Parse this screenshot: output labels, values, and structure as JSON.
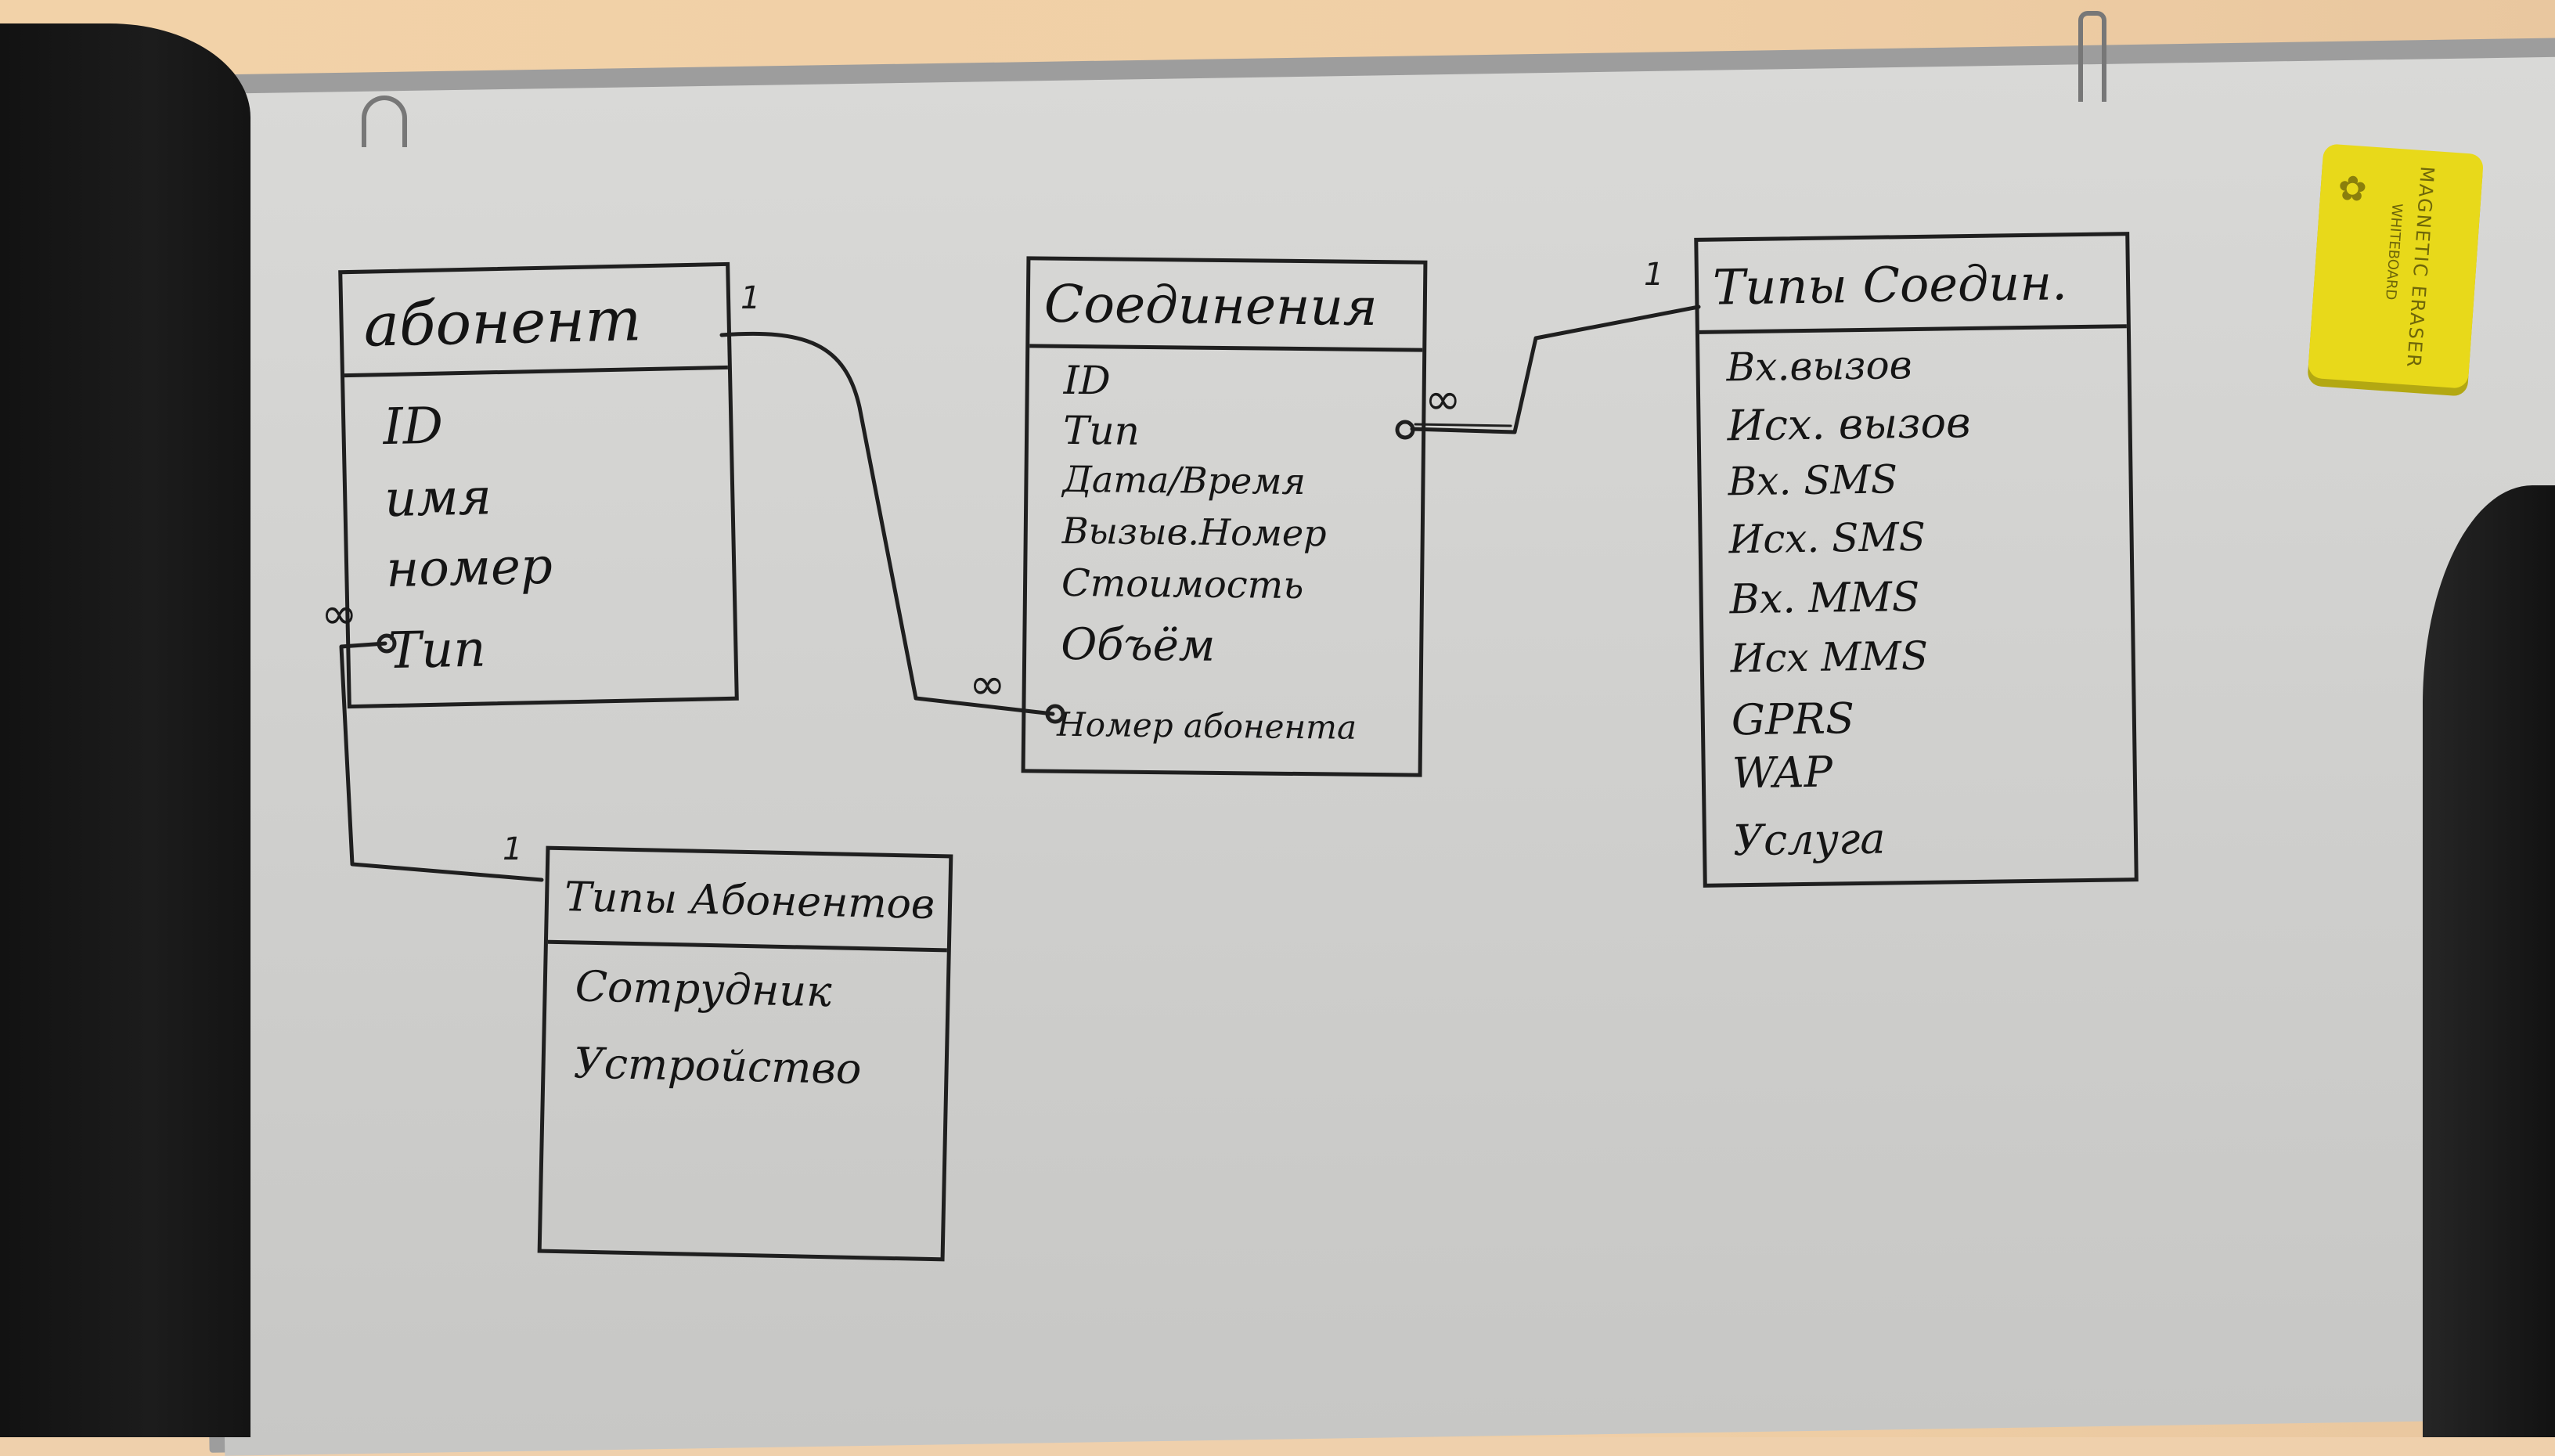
{
  "diagram": {
    "entities": [
      {
        "id": "abonent",
        "title": "абонент",
        "attributes": [
          "ID",
          "имя",
          "номер",
          "Тип"
        ]
      },
      {
        "id": "soedineniya",
        "title": "Соединения",
        "attributes": [
          "ID",
          "Тип",
          "Дата/Время",
          "Вызыв.Номер",
          "Стоимость",
          "Объём",
          "Номер абонента"
        ]
      },
      {
        "id": "tipy_soedin",
        "title": "Типы Соедин.",
        "attributes": [
          "Вх.вызов",
          "Исх. вызов",
          "Вх. SMS",
          "Исх. SMS",
          "Вх. MMS",
          "Исх MMS",
          "GPRS",
          "WAP",
          "Услуга"
        ]
      },
      {
        "id": "tipy_abonentov",
        "title": "Типы Абонентов",
        "attributes": [
          "Сотрудник",
          "Устройство"
        ]
      }
    ],
    "cardinality": {
      "one": "1",
      "many": "∞"
    }
  },
  "eraser": {
    "label": "MAGNETIC ERASER",
    "sublabel": "WHITEBOARD"
  },
  "colors": {
    "marker": "#1f1f1f",
    "board": "#d3d3d1",
    "wall": "#efd0ac",
    "eraser": "#e8d91a"
  }
}
